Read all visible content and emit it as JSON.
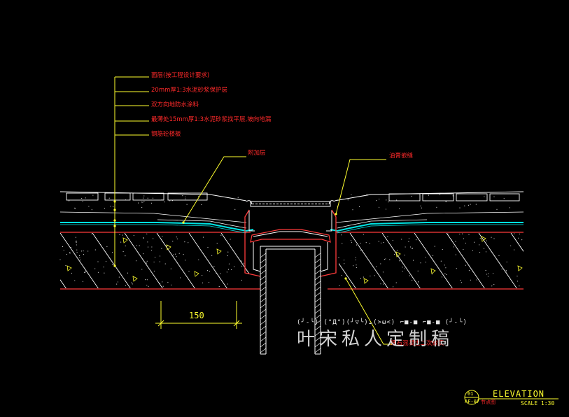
{
  "labels": {
    "top": [
      "面层(按工程设计要求)",
      "20mm厚1:3水泥砂浆保护层",
      "双方向地防水涂料",
      "最薄处15mm厚1:3水泥砂浆找平层,坡向地漏",
      "钢筋砼楼板"
    ],
    "reinforcement": "附加层",
    "sealant": "油膏嵌缝",
    "bottom": "细石混凝土二次嵌实"
  },
  "dimension": "150",
  "watermark": {
    "faces": "(╯-╰)  (°Д°)(╯▽╰)…(>ω<)  ⌐■-■  ⌐■-■  (╯-╰)",
    "text": "叶宋私人定制稿"
  },
  "title_block": {
    "detail_no": "01",
    "sheet_no": "AF-07",
    "subtitle": "节点图",
    "title": "ELEVATION",
    "scale": "SCALE 1:30"
  },
  "colors": {
    "background": "#000000",
    "leader": "#ffff2e",
    "text": "#ff2a2a",
    "waterproof": "#00e5e5",
    "slab_edge": "#ff3b3b",
    "hatch": "#ffffff",
    "pipe": "#ffffff"
  }
}
